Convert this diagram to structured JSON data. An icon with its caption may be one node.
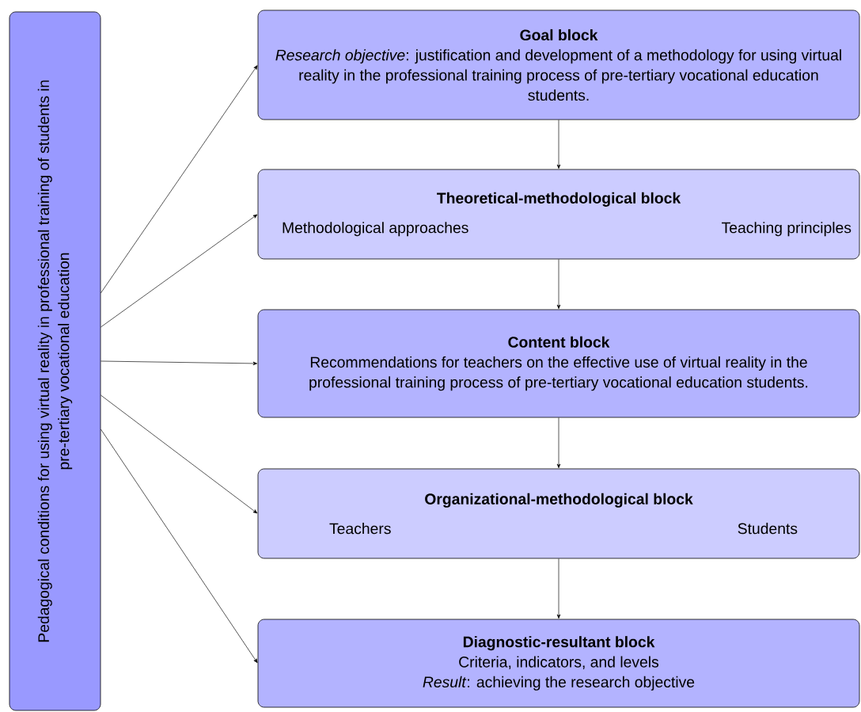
{
  "diagram": {
    "nodes": [
      {
        "text": [
          "Pedagogical conditions for using virtual reality in professional training of students in pre-tertiary vocational education"
        ]
      },
      {
        "text": [
          "Goal block",
          "*Research objective*: justification and development of a methodology for using virtual reality in the professional training process of pre-tertiary vocational education students."
        ]
      },
      {
        "text": [
          "Theoretical-methodological block",
          "Methodological approaches",
          "Teaching principles"
        ]
      },
      {
        "text": [
          "Content block",
          "Recommendations for teachers on the effective use of virtual reality in the professional training process of pre-tertiary vocational education students."
        ]
      },
      {
        "text": [
          "Organizational-methodological block",
          "Teachers",
          "Students"
        ]
      },
      {
        "text": [
          "Diagnostic-resultant block",
          "Criteria, indicators, and levels",
          "*Result*: achieving the research objective"
        ]
      }
    ],
    "edges": [
      {
        "from": 0,
        "to": 1,
        "arrow": "to"
      },
      {
        "from": 0,
        "to": 2,
        "arrow": "to"
      },
      {
        "from": 0,
        "to": 3,
        "arrow": "to"
      },
      {
        "from": 0,
        "to": 4,
        "arrow": "to"
      },
      {
        "from": 0,
        "to": 5,
        "arrow": "to"
      },
      {
        "from": 1,
        "to": 2,
        "arrow": "to"
      },
      {
        "from": 2,
        "to": 3,
        "arrow": "to"
      },
      {
        "from": 3,
        "to": 4,
        "arrow": "to"
      },
      {
        "from": 4,
        "to": 5,
        "arrow": "to"
      }
    ]
  }
}
